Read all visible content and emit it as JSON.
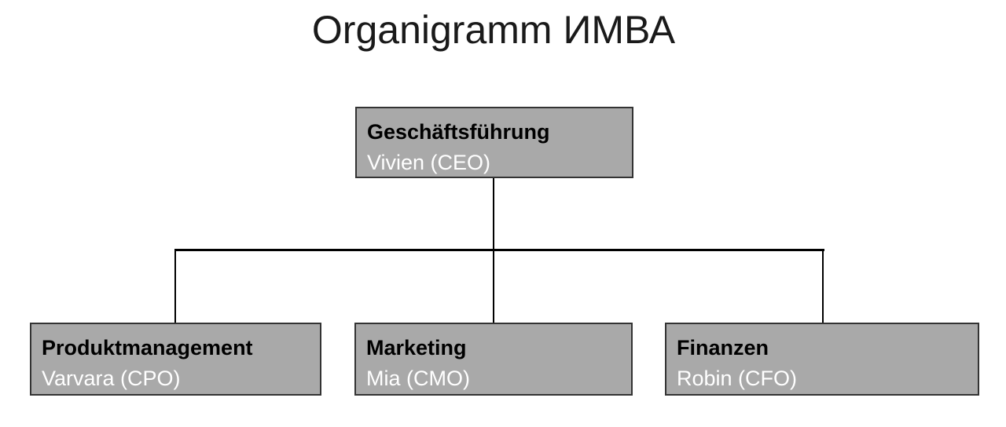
{
  "title": "Organigramm ИМВА",
  "colors": {
    "box_fill": "#A9A9A9",
    "box_border": "#333333",
    "line": "#000000",
    "title_text": "#1A1A1A",
    "dept_text": "#000000",
    "person_text": "#FFFFFF"
  },
  "nodes": {
    "ceo": {
      "department": "Geschäftsführung",
      "person": "Vivien (CEO)"
    },
    "children": [
      {
        "department": "Produktmanagement",
        "person": "Varvara (CPO)"
      },
      {
        "department": "Marketing",
        "person": "Mia (CMO)"
      },
      {
        "department": "Finanzen",
        "person": "Robin (CFO)"
      }
    ]
  }
}
